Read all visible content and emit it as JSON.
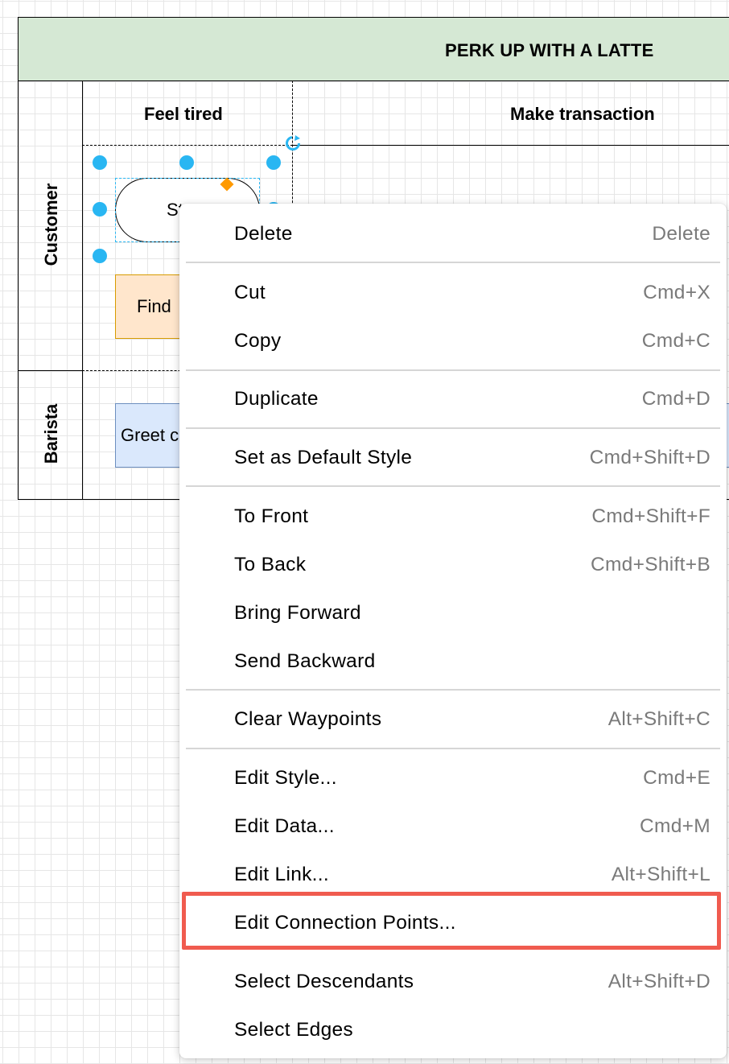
{
  "diagram": {
    "pool_title": "PERK UP WITH A LATTE",
    "columns": [
      "Feel tired",
      "Make transaction"
    ],
    "lanes": [
      "Customer",
      "Barista"
    ],
    "shapes": {
      "start": "St",
      "find": "Find",
      "greet": "Greet c"
    }
  },
  "context_menu": {
    "items": [
      {
        "label": "Delete",
        "shortcut": "Delete"
      },
      {
        "label": "Cut",
        "shortcut": "Cmd+X"
      },
      {
        "label": "Copy",
        "shortcut": "Cmd+C"
      },
      {
        "label": "Duplicate",
        "shortcut": "Cmd+D"
      },
      {
        "label": "Set as Default Style",
        "shortcut": "Cmd+Shift+D"
      },
      {
        "label": "To Front",
        "shortcut": "Cmd+Shift+F"
      },
      {
        "label": "To Back",
        "shortcut": "Cmd+Shift+B"
      },
      {
        "label": "Bring Forward",
        "shortcut": ""
      },
      {
        "label": "Send Backward",
        "shortcut": ""
      },
      {
        "label": "Clear Waypoints",
        "shortcut": "Alt+Shift+C"
      },
      {
        "label": "Edit Style...",
        "shortcut": "Cmd+E"
      },
      {
        "label": "Edit Data...",
        "shortcut": "Cmd+M"
      },
      {
        "label": "Edit Link...",
        "shortcut": "Alt+Shift+L"
      },
      {
        "label": "Edit Connection Points...",
        "shortcut": ""
      },
      {
        "label": "Select Descendants",
        "shortcut": "Alt+Shift+D"
      },
      {
        "label": "Select Edges",
        "shortcut": ""
      }
    ],
    "highlighted_item": "Edit Connection Points..."
  },
  "colors": {
    "pool_header": "#d5e8d4",
    "selection": "#29b6f2",
    "highlight_outline": "#f05b4f",
    "find_fill": "#ffe6cc",
    "greet_fill": "#dae8fc"
  }
}
